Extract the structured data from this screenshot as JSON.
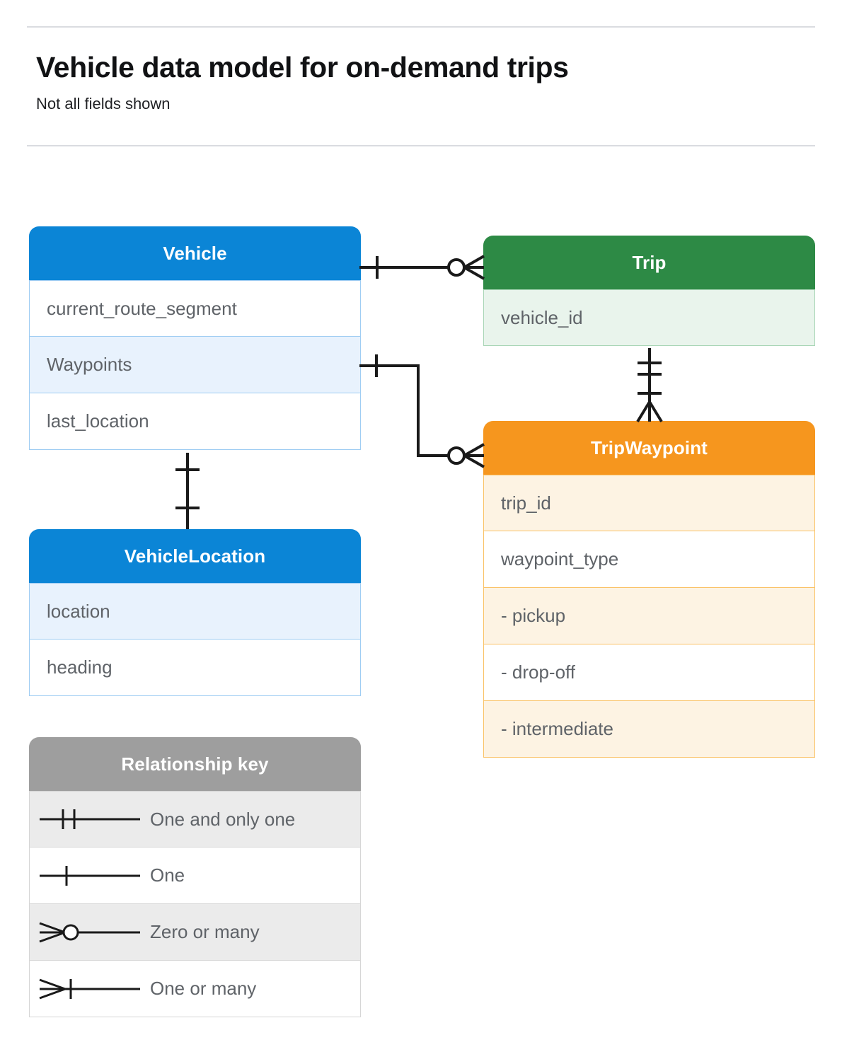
{
  "header": {
    "title": "Vehicle data model for on-demand trips",
    "subtitle": "Not all fields shown"
  },
  "colors": {
    "vehicle": "#0b85d6",
    "trip": "#2d8a45",
    "tripwaypoint": "#f6961e",
    "legend": "#9e9e9e",
    "row_text": "#5f6368",
    "rule": "#dadce0",
    "connector": "#1a1a1a"
  },
  "entities": [
    {
      "id": "vehicle",
      "name": "Vehicle",
      "theme": "blue",
      "fields": [
        "current_route_segment",
        "Waypoints",
        "last_location"
      ]
    },
    {
      "id": "trip",
      "name": "Trip",
      "theme": "green",
      "fields": [
        "vehicle_id"
      ]
    },
    {
      "id": "tripwaypoint",
      "name": "TripWaypoint",
      "theme": "orange",
      "fields": [
        "trip_id",
        "waypoint_type",
        " -  pickup",
        " -  drop-off",
        " -  intermediate"
      ]
    },
    {
      "id": "vehiclelocation",
      "name": "VehicleLocation",
      "theme": "blue",
      "fields": [
        "location",
        "heading"
      ]
    }
  ],
  "legend": {
    "title": "Relationship key",
    "items": [
      {
        "symbol": "one-and-only-one-icon",
        "label": "One and only one"
      },
      {
        "symbol": "one-icon",
        "label": "One"
      },
      {
        "symbol": "zero-or-many-icon",
        "label": "Zero or many"
      },
      {
        "symbol": "one-or-many-icon",
        "label": "One or many"
      }
    ]
  },
  "relationships": [
    {
      "id": "vehicle-trip",
      "from": "Vehicle",
      "to": "Trip",
      "from_cardinality": "One",
      "to_cardinality": "Zero or many"
    },
    {
      "id": "vehicle-waypoints-tripwaypoint",
      "from": "Vehicle.Waypoints",
      "to": "TripWaypoint",
      "from_cardinality": "One",
      "to_cardinality": "Zero or many"
    },
    {
      "id": "trip-tripwaypoint",
      "from": "Trip",
      "to": "TripWaypoint",
      "from_cardinality": "One and only one",
      "to_cardinality": "One or many"
    },
    {
      "id": "vehicle-vehiclelocation",
      "from": "Vehicle",
      "to": "VehicleLocation",
      "from_cardinality": "One",
      "to_cardinality": "One"
    }
  ]
}
